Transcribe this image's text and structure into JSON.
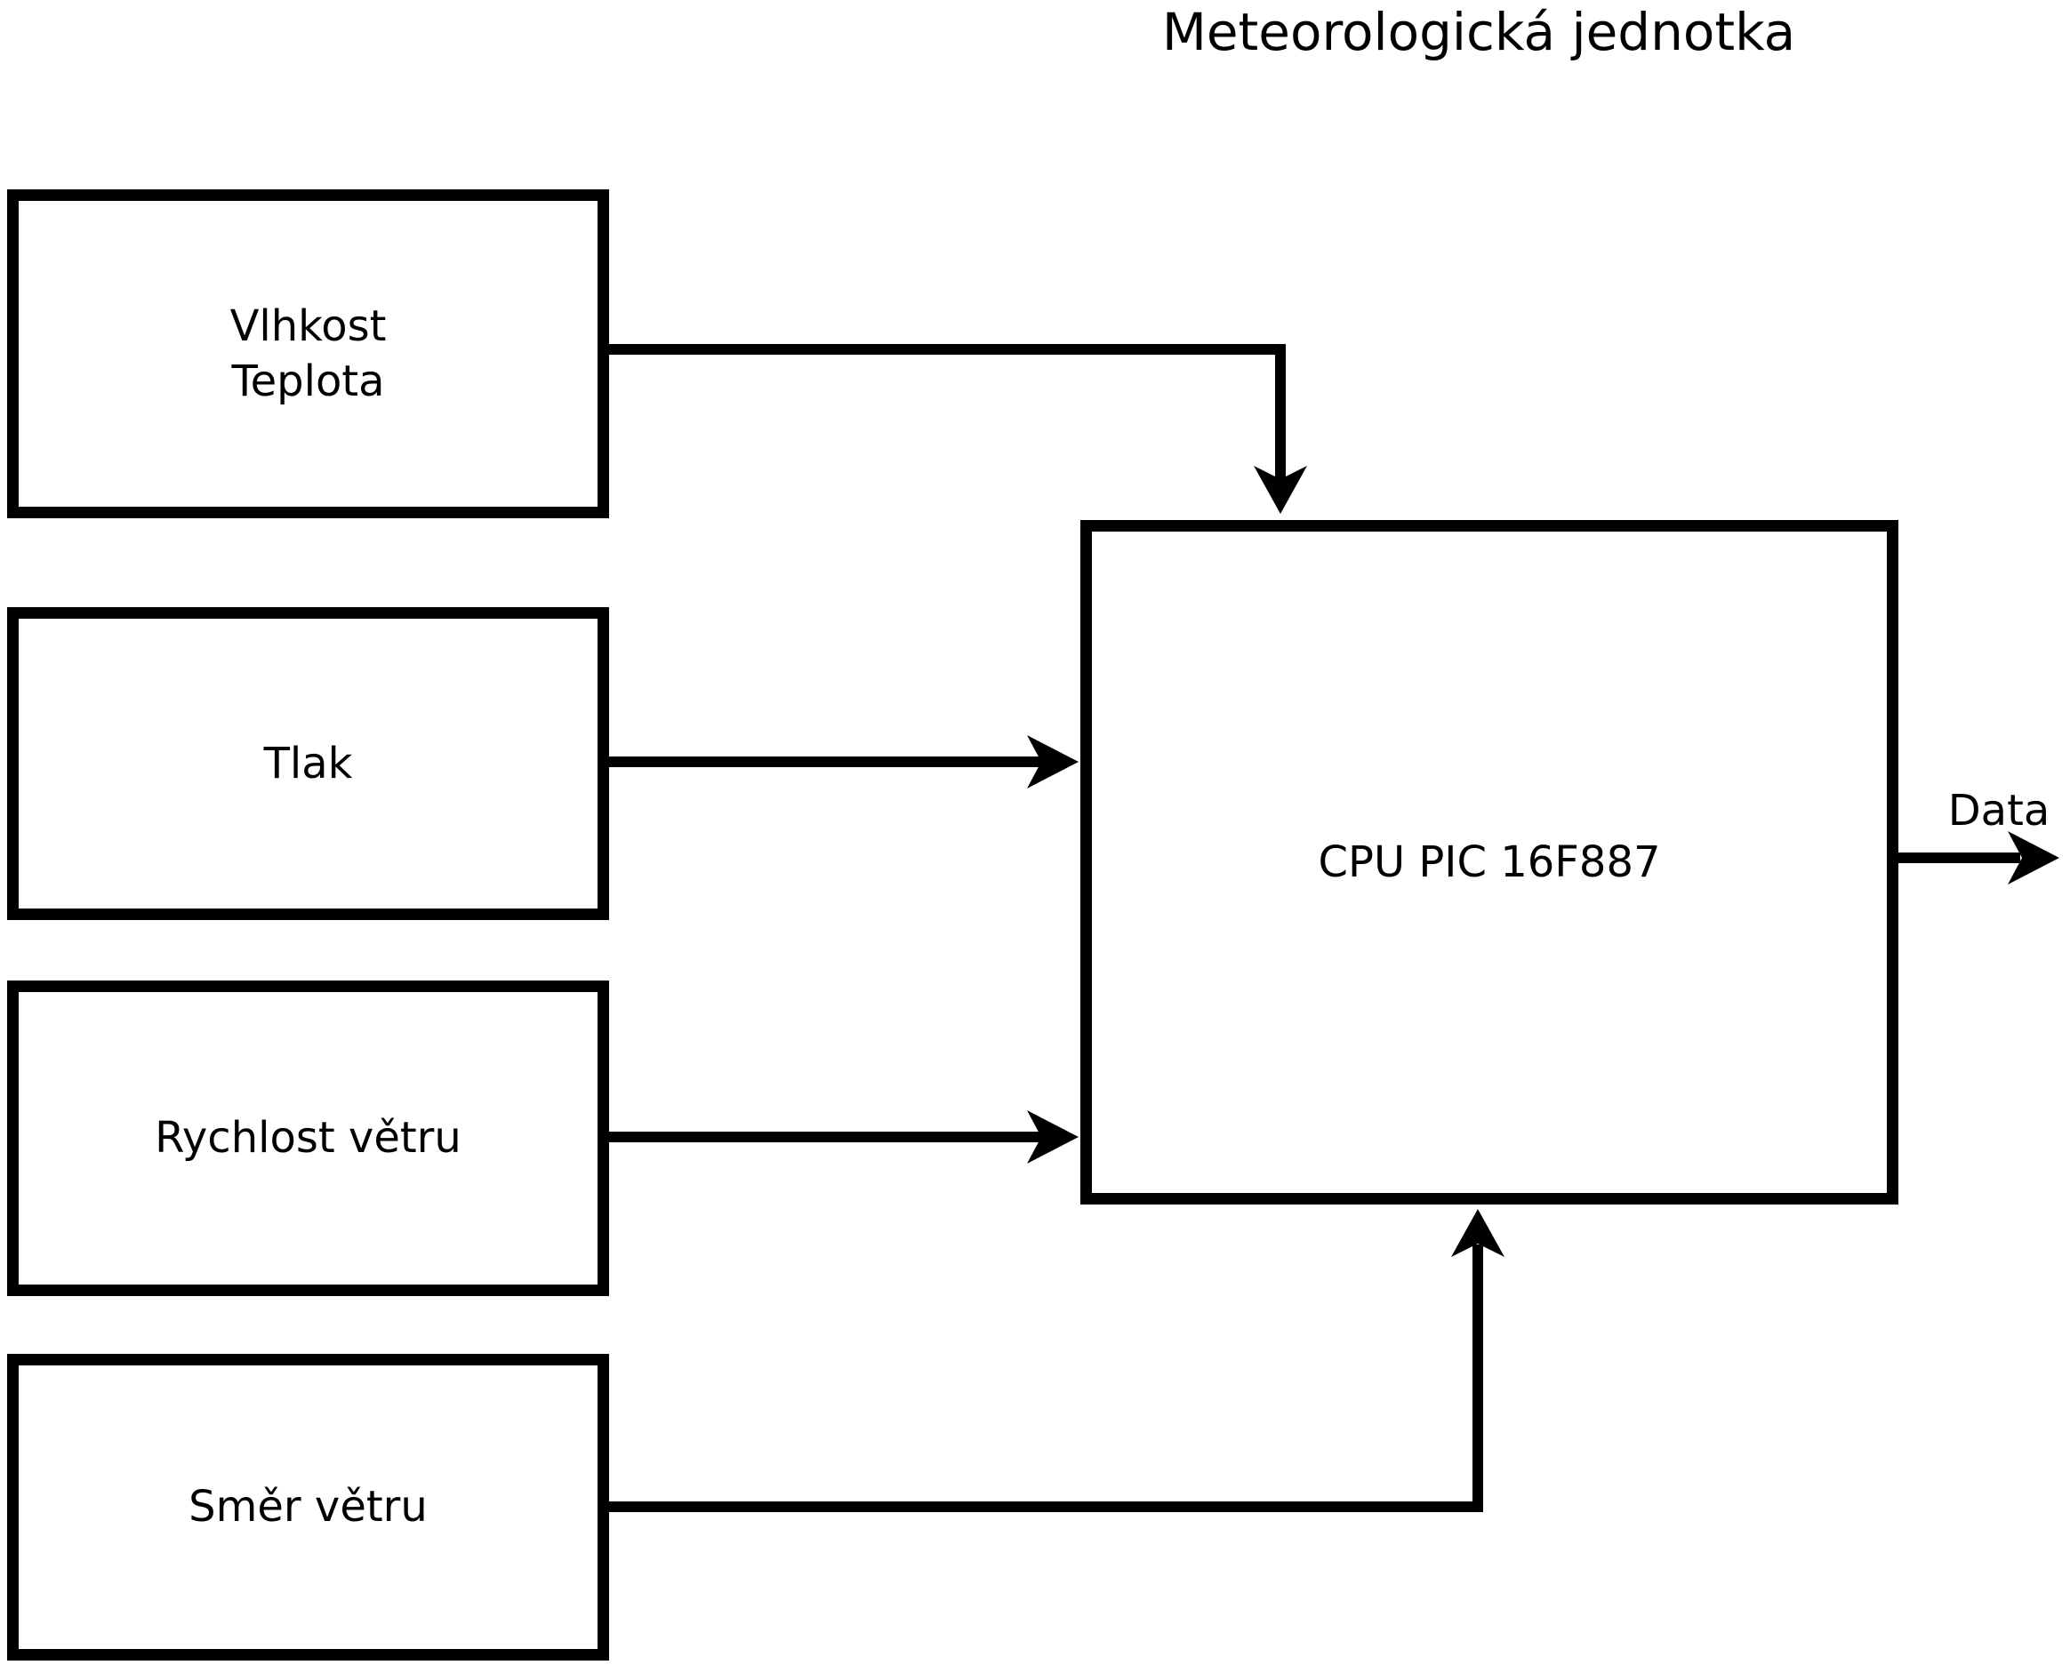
{
  "title": "Meteorologická jednotka",
  "colors": {
    "background": "#ffffff",
    "stroke": "#000000",
    "text": "#000000"
  },
  "blocks": {
    "sensors": [
      {
        "id": "vlhkost-teplota",
        "label": "Vlhkost\nTeplota"
      },
      {
        "id": "tlak",
        "label": "Tlak"
      },
      {
        "id": "rychlost-vetru",
        "label": "Rychlost větru"
      },
      {
        "id": "smer-vetru",
        "label": "Směr větru"
      }
    ],
    "cpu": {
      "id": "cpu",
      "label": "CPU PIC 16F887"
    }
  },
  "output": {
    "label": "Data"
  },
  "connections": [
    {
      "from": "vlhkost-teplota",
      "to": "cpu",
      "enters": "top"
    },
    {
      "from": "tlak",
      "to": "cpu",
      "enters": "left"
    },
    {
      "from": "rychlost-vetru",
      "to": "cpu",
      "enters": "left"
    },
    {
      "from": "smer-vetru",
      "to": "cpu",
      "enters": "bottom"
    },
    {
      "from": "cpu",
      "to": "data-output",
      "exits": "right"
    }
  ]
}
